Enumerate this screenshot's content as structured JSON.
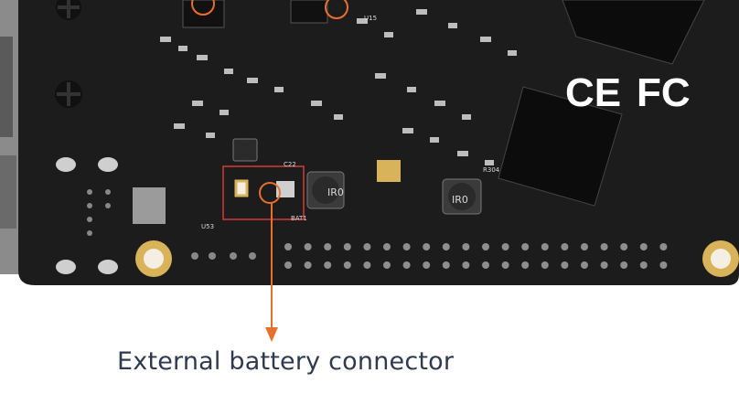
{
  "caption": "External battery connector",
  "markings": {
    "ce": "CE",
    "fc": "FC",
    "inductor_left": "IR0",
    "inductor_right": "IR0",
    "ref_bat": "BAT1",
    "ref_u53": "U53",
    "ref_r304": "R304",
    "ref_u15": "U15",
    "ref_c22": "C22"
  },
  "colors": {
    "accent": "#e8702a",
    "board": "#1c1c1c",
    "caption": "#2f3a4f",
    "pad_gold": "#d8b35a",
    "highlight_box": "#d23b3b"
  }
}
